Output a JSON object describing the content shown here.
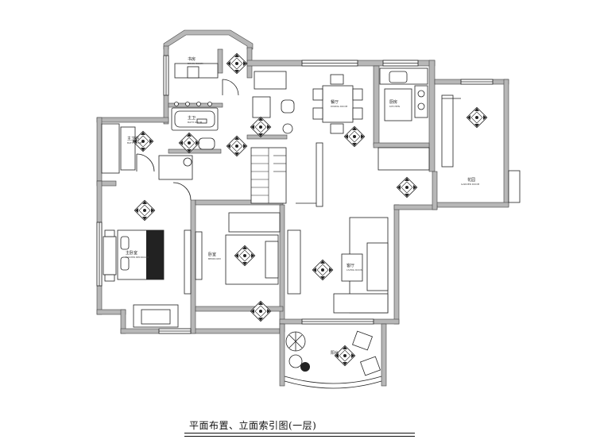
{
  "caption": "平面布置、立面索引图(一层)",
  "rooms": {
    "study": {
      "name": "书房",
      "sub": "DRAW ROOM"
    },
    "bath_main": {
      "name": "主卫",
      "sub": "BATH ROOM"
    },
    "bath_master": {
      "name": "主卫浴",
      "sub": "BATH ROOM"
    },
    "master_bed": {
      "name": "主卧室",
      "sub": "MASTER BEDROOM"
    },
    "bedroom": {
      "name": "卧室",
      "sub": "BEDROOM"
    },
    "dining": {
      "name": "餐厅",
      "sub": "DINING ROOM"
    },
    "kitchen": {
      "name": "厨房",
      "sub": "KITCHEN"
    },
    "garden": {
      "name": "花园",
      "sub": "GARDEN ROOM"
    },
    "living": {
      "name": "客厅",
      "sub": "LIVING ROOM"
    },
    "balcony": {
      "name": "阳台",
      "sub": ""
    }
  }
}
